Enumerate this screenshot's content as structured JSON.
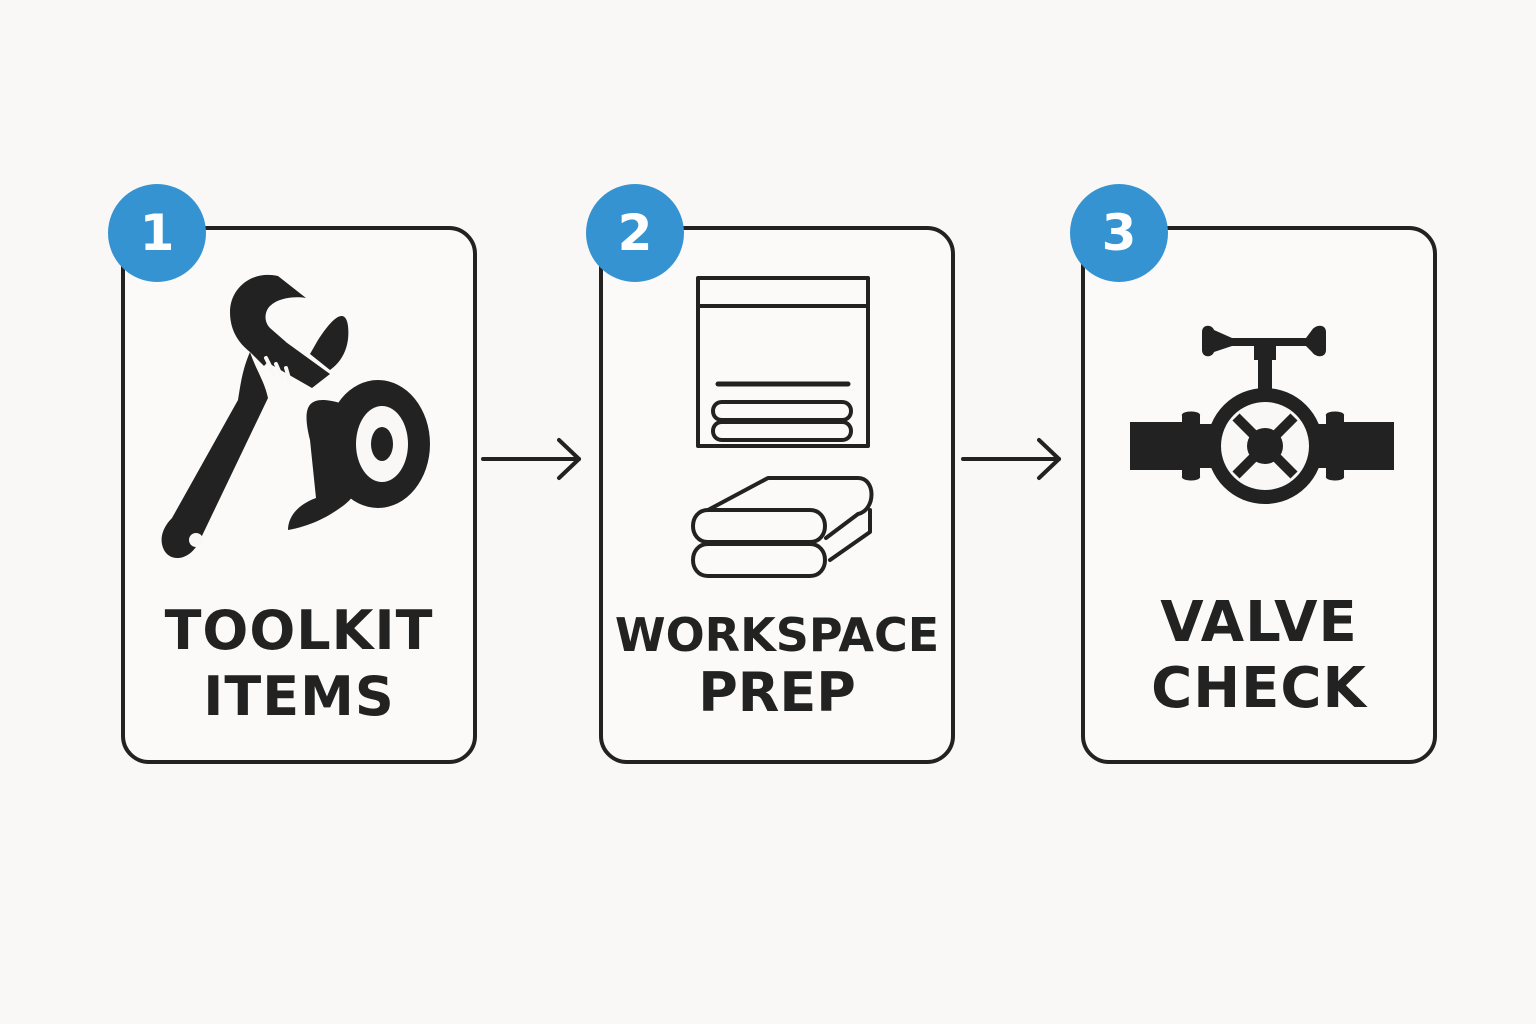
{
  "steps": [
    {
      "number": "1",
      "line1": "TOOLKIT",
      "line2": "ITEMS",
      "icon": "wrench-and-tape-icon"
    },
    {
      "number": "2",
      "line1": "WORKSPACE",
      "line2": "PREP",
      "icon": "towels-icon"
    },
    {
      "number": "3",
      "line1": "VALVE",
      "line2": "CHECK",
      "icon": "valve-icon"
    }
  ],
  "colors": {
    "badge": "#3593d2",
    "stroke": "#222222",
    "background": "#f9f8f6"
  }
}
